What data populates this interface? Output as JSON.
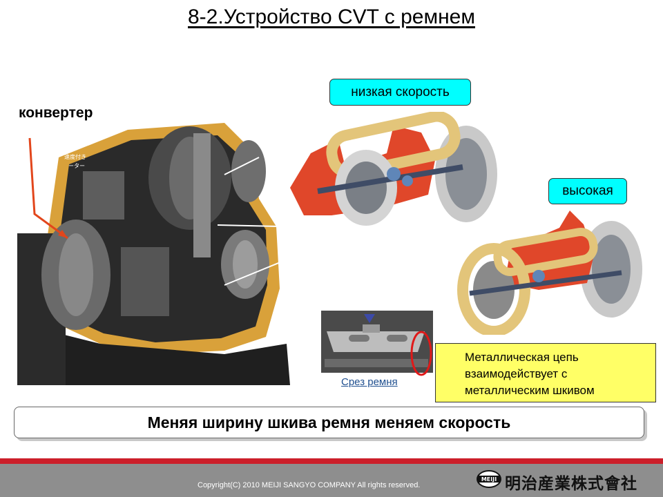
{
  "slide": {
    "title": "8-2.Устройство CVT с ремнем",
    "converter_label": "конвертер",
    "low_speed_label": "низкая  скорость",
    "high_speed_label": "высокая",
    "belt_caption": "Срез ремня",
    "note_lines": [
      "Металлическая  цепь",
      "взаимодействует  с",
      "металлическим  шкивом"
    ],
    "banner": "Меняя ширину шкива ремня меняем скорость",
    "cutaway_small_text": [
      "速度付き",
      "ーター"
    ]
  },
  "footer": {
    "copyright": "Copyright(C)  2010 MEIJI SANGYO COMPANY All rights reserved.",
    "logo_text": "MEIJI",
    "company_name": "明治産業株式會社"
  },
  "colors": {
    "cyan_box": "#00ffff",
    "yellow_note": "#ffff66",
    "footer_red": "#cc1f2a",
    "footer_gray": "#8e8e8e",
    "pointer_red": "#e2461c"
  }
}
